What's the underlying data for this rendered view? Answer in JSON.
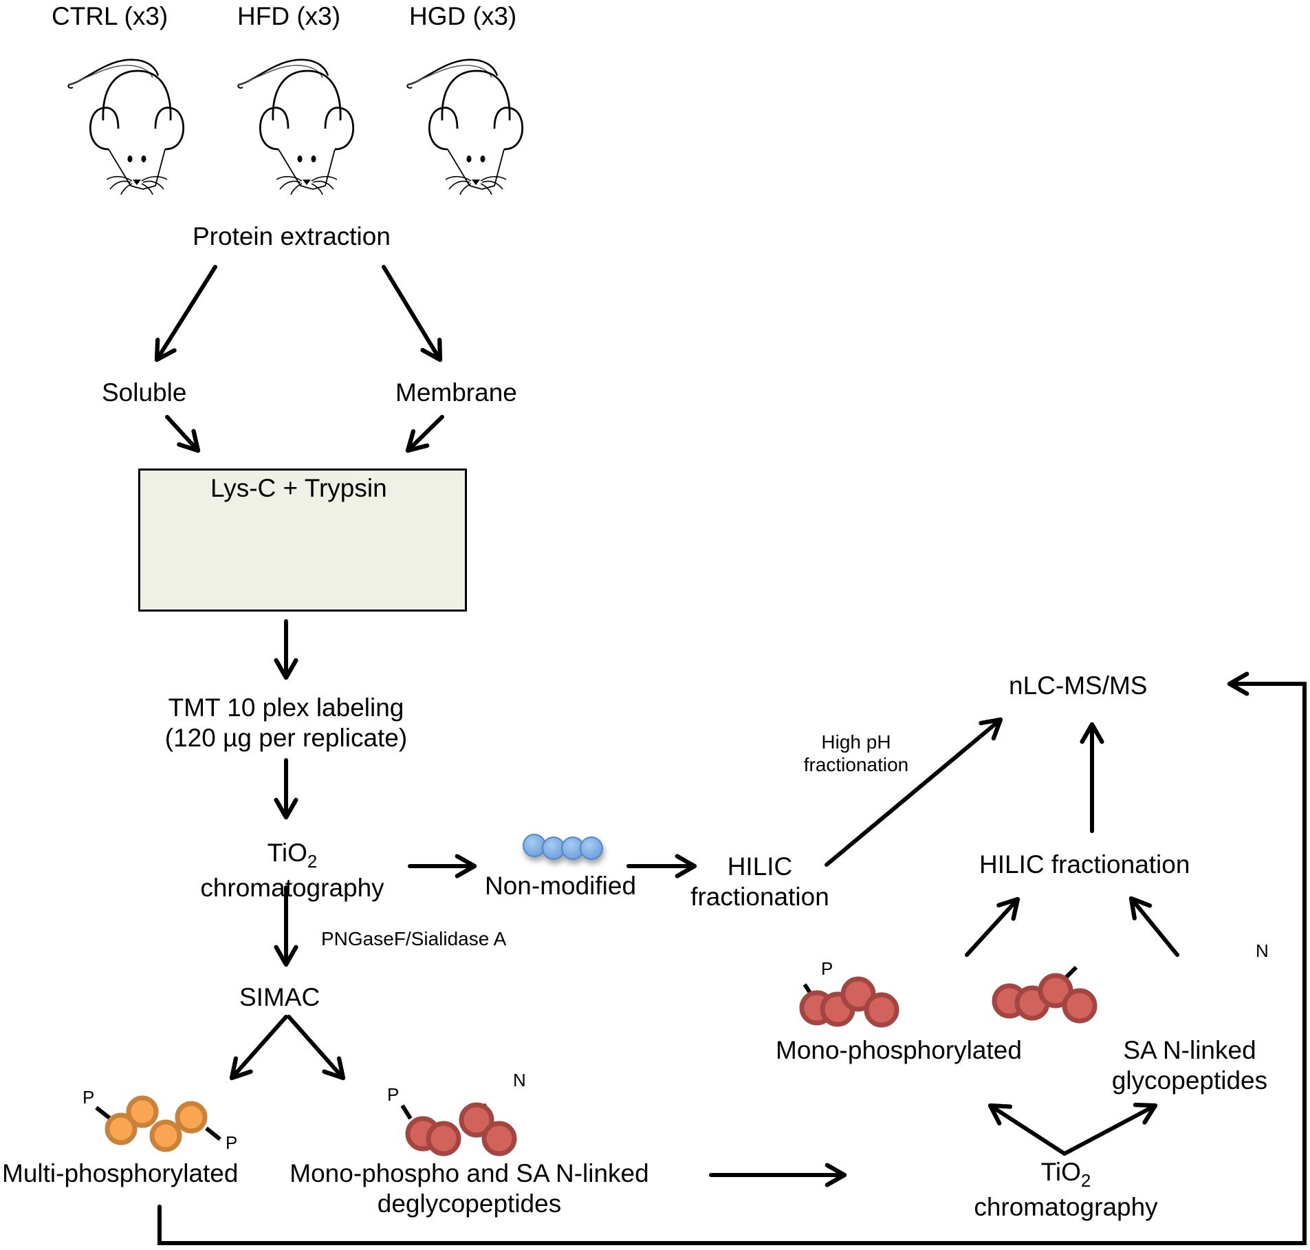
{
  "groups": [
    {
      "label": "CTRL (x3)"
    },
    {
      "label": "HFD (x3)"
    },
    {
      "label": "HGD (x3)"
    }
  ],
  "steps": {
    "protein_extraction": "Protein extraction",
    "soluble": "Soluble",
    "membrane": "Membrane",
    "digestion": "Lys-C + Trypsin",
    "tmt_line1": "TMT 10 plex labeling",
    "tmt_line2": "(120 µg per replicate)",
    "tio2_main": "TiO",
    "tio2_sub": "2",
    "tio2_line2": "chromatography",
    "non_modified": "Non-modified",
    "hilic_left_line1": "HILIC",
    "hilic_left_line2": "fractionation",
    "high_ph_line1": "High pH",
    "high_ph_line2": "fractionation",
    "nlc": "nLC-MS/MS",
    "hilic_right": "HILIC fractionation",
    "pngase": "PNGaseF/Sialidase A",
    "simac": "SIMAC",
    "multi_phospho": "Multi-phosphorylated",
    "mono_sa_line1": "Mono-phospho and SA N-linked",
    "mono_sa_line2": "deglycopeptides",
    "mono_phospho": "Mono-phosphorylated",
    "sa_line1": "SA N-linked",
    "sa_line2": "glycopeptides",
    "tio2b_main": "TiO",
    "tio2b_sub": "2",
    "tio2b_line2": "chromatography"
  },
  "mod_labels": {
    "p": "P",
    "n": "N"
  },
  "colors": {
    "orange_fill": "#f9a552",
    "orange_edge": "#c98239",
    "red_fill": "#d2625c",
    "red_edge": "#a34642",
    "blue_fill": "#8db8e8",
    "blue_edge": "#4f87c9",
    "box_bg": "#eff0e6"
  }
}
